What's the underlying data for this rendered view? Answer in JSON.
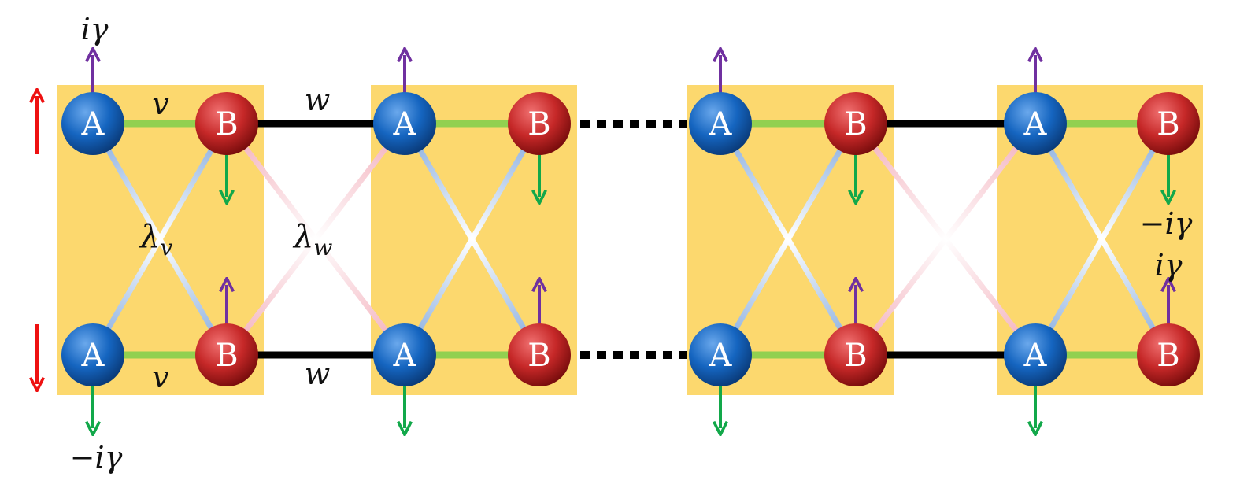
{
  "colors": {
    "cell": "#fcd86e",
    "site_a": "#1565c0",
    "site_b": "#c62828",
    "intra_bond": "#92d050",
    "inter_bond": "#000000",
    "cross_intra": "#7ea6dc",
    "cross_inter": "#f2a9b6",
    "gain_arrow": "#7030a0",
    "loss_arrow": "#12a84a",
    "spin_arrow": "#ee1111"
  },
  "sites": {
    "a": "A",
    "b": "B"
  },
  "labels": {
    "v_top": "v",
    "v_bottom": "v",
    "w_top": "w",
    "w_bottom": "w",
    "lambda_v": "λ",
    "lambda_v_sub": "v",
    "lambda_w": "λ",
    "lambda_w_sub": "w",
    "gain_top_left": "iγ",
    "loss_bottom_left": "−iγ",
    "loss_right": "−iγ",
    "gain_right": "iγ"
  },
  "icons": {
    "spin_up": "up-arrow-icon",
    "spin_down": "down-arrow-icon",
    "gain": "gain-arrow-icon",
    "loss": "loss-arrow-icon"
  }
}
